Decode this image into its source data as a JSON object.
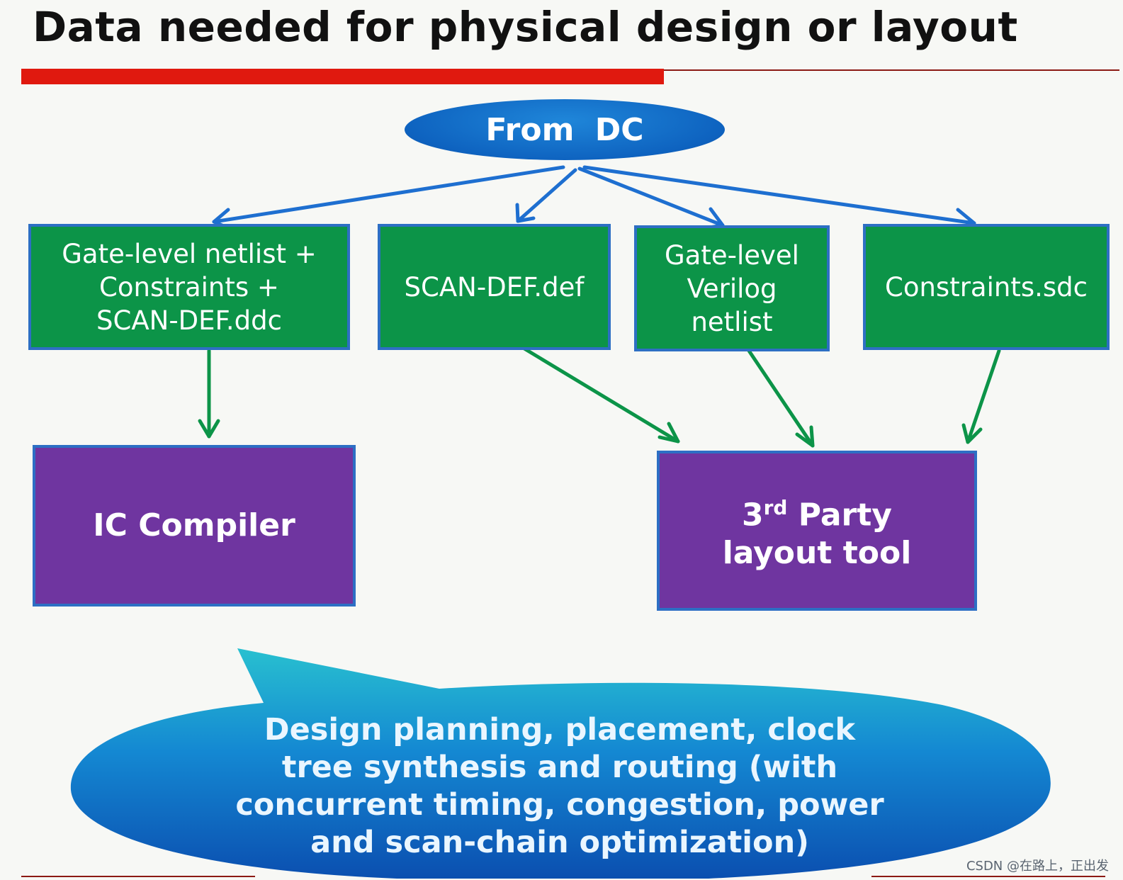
{
  "slide": {
    "title": "Data needed for physical design or layout",
    "accent_color": "#e0190f"
  },
  "source": {
    "label": "From DC"
  },
  "inputs": [
    {
      "id": "netlist-constraints-ddc",
      "label": "Gate-level netlist +\nConstraints        +\nSCAN-DEF.ddc"
    },
    {
      "id": "scan-def",
      "label": "SCAN-DEF.def"
    },
    {
      "id": "verilog-netlist",
      "label": "Gate-level\nVerilog\nnetlist"
    },
    {
      "id": "constraints-sdc",
      "label": "Constraints.sdc"
    }
  ],
  "tools": [
    {
      "id": "ic-compiler",
      "label": "IC Compiler"
    },
    {
      "id": "third-party",
      "label_main": "3",
      "label_sup": "rd",
      "label_rest": " Party",
      "label_line2": "layout tool"
    }
  ],
  "callout": {
    "text": "Design planning, placement, clock\ntree synthesis and routing (with\nconcurrent timing, congestion, power\nand scan-chain optimization)"
  },
  "colors": {
    "input_box": "#0c9448",
    "tool_box": "#6f35a0",
    "source_oval": "#0e63c0",
    "arrow_blue": "#1e6fd0",
    "arrow_green": "#0c9448"
  },
  "watermark": "CSDN @在路上，正出发"
}
